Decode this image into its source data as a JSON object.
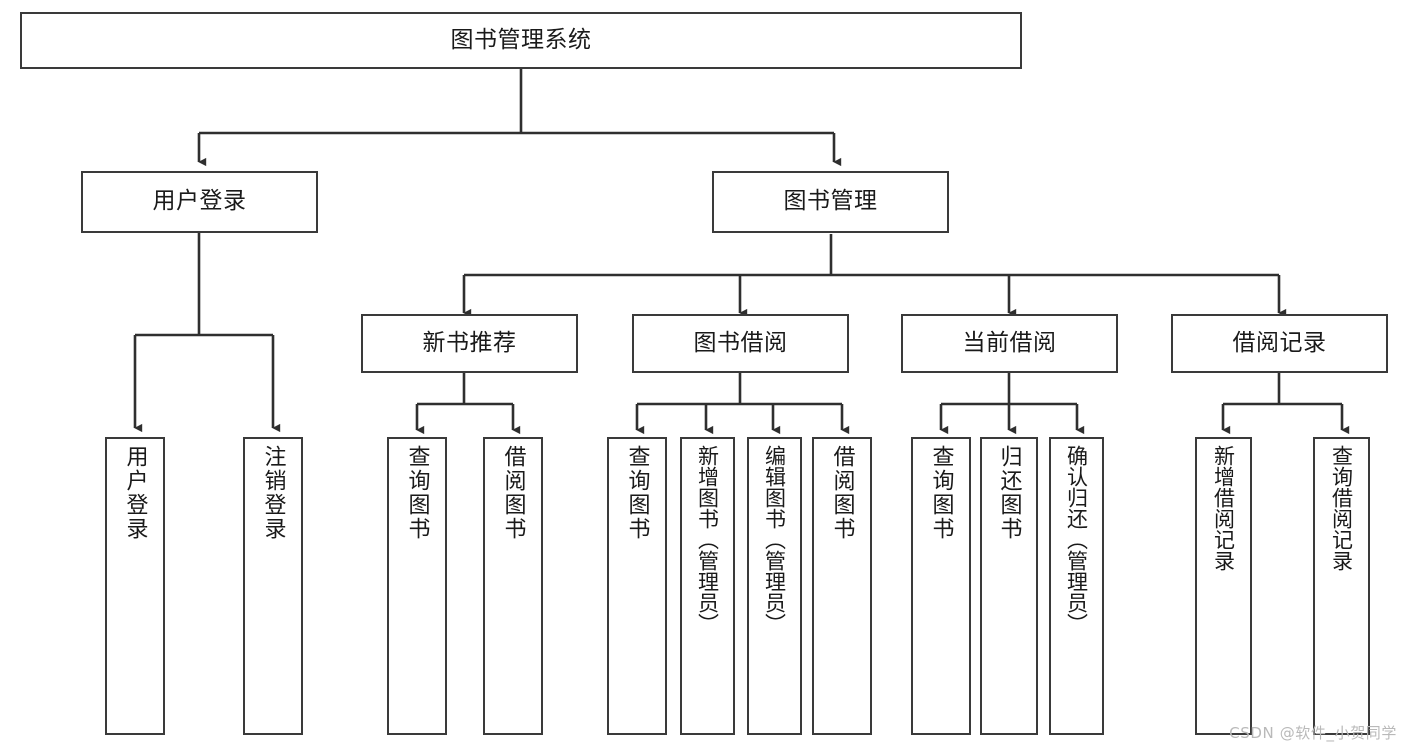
{
  "diagram": {
    "title": "图书管理系统",
    "type": "functional-structure-tree",
    "watermark": "CSDN @软件_小贺同学",
    "colors": {
      "stroke": "#3a3a3a",
      "fill": "#ffffff",
      "text": "#1a1a1a",
      "watermark": "#b9b9b9"
    },
    "nodes": {
      "root": {
        "label": "图书管理系统"
      },
      "level2": [
        {
          "label": "用户登录"
        },
        {
          "label": "图书管理"
        }
      ],
      "level3": [
        {
          "label": "新书推荐"
        },
        {
          "label": "图书借阅"
        },
        {
          "label": "当前借阅"
        },
        {
          "label": "借阅记录"
        }
      ],
      "leaves": {
        "user_login": [
          {
            "label": "用户登录"
          },
          {
            "label": "注销登录"
          }
        ],
        "new_book_recommend": [
          {
            "label": "查询图书"
          },
          {
            "label": "借阅图书"
          }
        ],
        "book_borrow": [
          {
            "label": "查询图书"
          },
          {
            "label": "新增图书（管理员）"
          },
          {
            "label": "编辑图书（管理员）"
          },
          {
            "label": "借阅图书"
          }
        ],
        "current_borrow": [
          {
            "label": "查询图书"
          },
          {
            "label": "归还图书"
          },
          {
            "label": "确认归还（管理员）"
          }
        ],
        "borrow_record": [
          {
            "label": "新增借阅记录"
          },
          {
            "label": "查询借阅记录"
          }
        ]
      }
    }
  }
}
